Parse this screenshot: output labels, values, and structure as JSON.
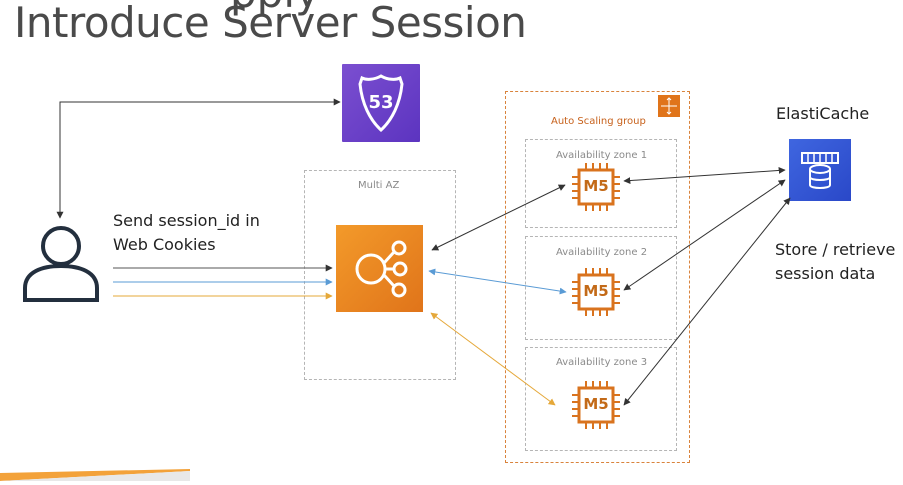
{
  "title": "Introduce Server Session",
  "title_clipped": "pply",
  "user_text": {
    "line1": "Send session_id in",
    "line2": "Web Cookies"
  },
  "multi_az_label": "Multi AZ",
  "asg_label": "Auto Scaling group",
  "zones": [
    "Availability zone 1",
    "Availability zone 2",
    "Availability zone 3"
  ],
  "instance_label": "M5",
  "route53_label": "53",
  "elasticache_label": "ElastiCache",
  "cache_text": {
    "line1": "Store / retrieve",
    "line2": "session data"
  },
  "colors": {
    "orange_accent": "#e0741a",
    "route53_purple": "#6a40c8",
    "elasticache_blue": "#2f52d0",
    "blue_arrow": "#5a9bd5",
    "yellow_arrow": "#e5a83a",
    "dark_arrow": "#333333"
  },
  "icons": [
    "user-icon",
    "route53-icon",
    "load-balancer-icon",
    "ec2-instance-icon",
    "elasticache-icon",
    "auto-scaling-icon"
  ]
}
